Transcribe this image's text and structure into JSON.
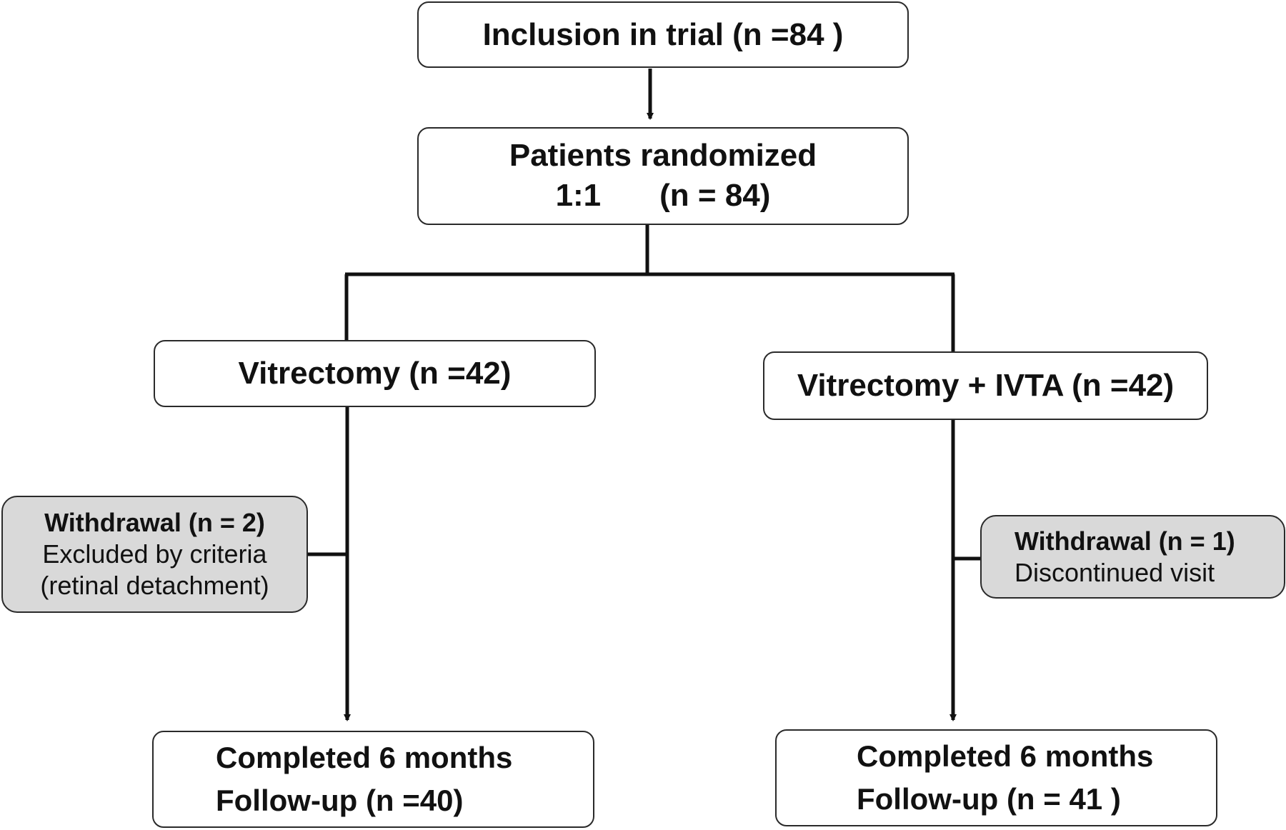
{
  "flowchart": {
    "inclusion": {
      "label": "Inclusion in trial (n =84 )"
    },
    "randomized": {
      "title": "Patients randomized",
      "ratio": "1:1",
      "count": "(n = 84)"
    },
    "arm_left": {
      "label": "Vitrectomy (n =42)",
      "withdrawal": {
        "title": "Withdrawal (n = 2)",
        "reason_line1": "Excluded by criteria",
        "reason_line2": "(retinal detachment)"
      },
      "completed": {
        "line1": "Completed 6 months",
        "line2": "Follow-up (n =40)"
      }
    },
    "arm_right": {
      "label": "Vitrectomy + IVTA (n =42)",
      "withdrawal": {
        "title": "Withdrawal (n = 1)",
        "reason_line1": "Discontinued visit"
      },
      "completed": {
        "line1": "Completed 6 months",
        "line2": "Follow-up (n = 41 )"
      }
    }
  },
  "colors": {
    "box_fill": "#ffffff",
    "withdrawal_fill": "#d9d9d9",
    "stroke": "#111111"
  }
}
